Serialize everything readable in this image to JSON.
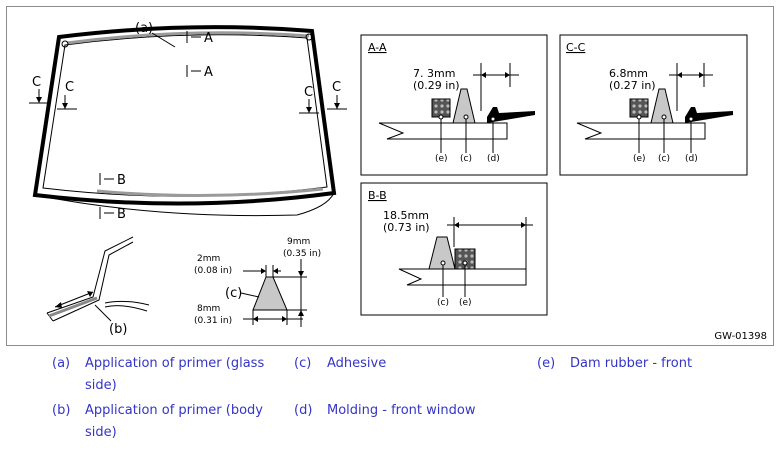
{
  "figure": {
    "id": "GW-01398",
    "labels": {
      "a": "(a)",
      "b": "(b)",
      "c": "(c)",
      "secA": "A",
      "secB": "B",
      "secC": "C"
    },
    "section_aa": {
      "title": "A-A",
      "dim_mm": "7. 3mm",
      "dim_in": "(0.29 in)",
      "l1": "(e)",
      "l2": "(c)",
      "l3": "(d)"
    },
    "section_cc": {
      "title": "C-C",
      "dim_mm": "6.8mm",
      "dim_in": "(0.27 in)",
      "l1": "(e)",
      "l2": "(c)",
      "l3": "(d)"
    },
    "section_bb": {
      "title": "B-B",
      "dim_mm": "18.5mm",
      "dim_in": "(0.73 in)",
      "l1": "(c)",
      "l2": "(e)"
    },
    "bead": {
      "top_mm": "2mm",
      "top_in": "(0.08 in)",
      "right_mm": "9mm",
      "right_in": "(0.35 in)",
      "bottom_mm": "8mm",
      "bottom_in": "(0.31 in)",
      "label": "(c)"
    }
  },
  "legend": [
    {
      "key": "(a)",
      "text": "Application of primer (glass",
      "text2": "side)"
    },
    {
      "key": "(c)",
      "text": "Adhesive"
    },
    {
      "key": "(e)",
      "text": "Dam rubber - front"
    },
    {
      "key": "(b)",
      "text": "Application of primer (body",
      "text2": "side)"
    },
    {
      "key": "(d)",
      "text": "Molding - front window"
    }
  ],
  "colors": {
    "legend_text": "#3434c8",
    "adhesive": "#c8c8c8",
    "dam": "#555555",
    "molding": "#000000"
  }
}
